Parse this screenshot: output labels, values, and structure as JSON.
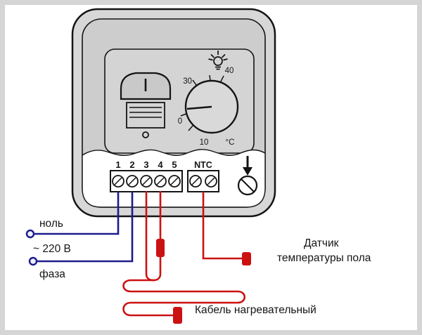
{
  "diagram": {
    "type": "thermostat-wiring-diagram",
    "device": {
      "switch_mark": "I",
      "dial": {
        "t30": "30",
        "t40": "40",
        "t0": "0",
        "t10": "10",
        "unit": "°C"
      },
      "terminals": {
        "numbers": [
          "1",
          "2",
          "3",
          "4",
          "5"
        ],
        "ntc": "NTC"
      }
    },
    "labels": {
      "neutral": "ноль",
      "voltage": "~ 220 В",
      "phase": "фаза",
      "sensor_line1": "Датчик",
      "sensor_line2": "температуры пола",
      "heating_cable": "Кабель нагревательный"
    },
    "colors": {
      "wire_blue": "#1b1b8e",
      "wire_red": "#cc1111",
      "body_gray": "#d7d7d7",
      "inner_gray": "#cdcdcd",
      "panel_gray": "#d4d4d4",
      "outline": "#141414"
    }
  }
}
